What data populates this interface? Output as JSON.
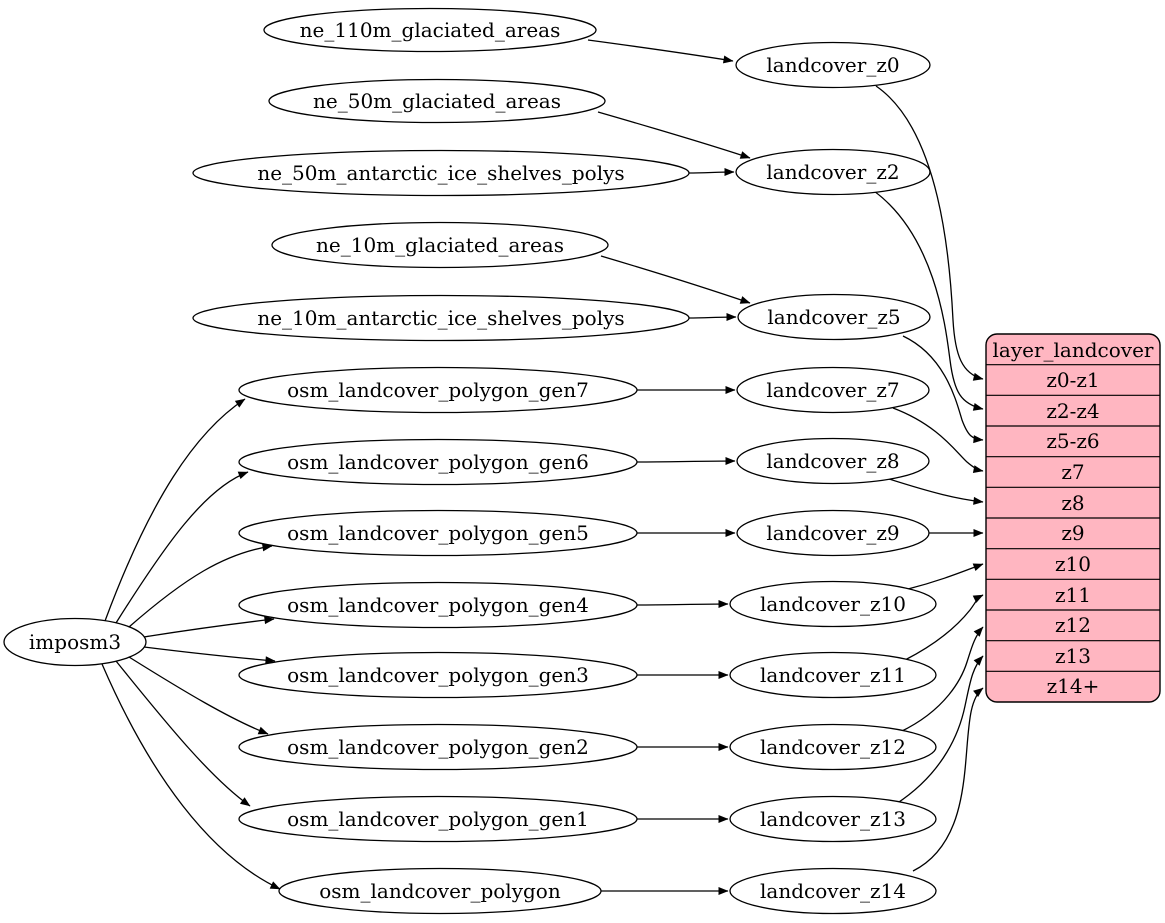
{
  "colors": {
    "record_fill": "#ffb6c1",
    "node_fill": "#ffffff",
    "stroke": "#000000",
    "background": "#ffffff"
  },
  "nodes": {
    "imposm3": "imposm3",
    "ne_110m_glaciated_areas": "ne_110m_glaciated_areas",
    "ne_50m_glaciated_areas": "ne_50m_glaciated_areas",
    "ne_50m_antarctic_ice_shelves_polys": "ne_50m_antarctic_ice_shelves_polys",
    "ne_10m_glaciated_areas": "ne_10m_glaciated_areas",
    "ne_10m_antarctic_ice_shelves_polys": "ne_10m_antarctic_ice_shelves_polys",
    "osm_landcover_polygon_gen7": "osm_landcover_polygon_gen7",
    "osm_landcover_polygon_gen6": "osm_landcover_polygon_gen6",
    "osm_landcover_polygon_gen5": "osm_landcover_polygon_gen5",
    "osm_landcover_polygon_gen4": "osm_landcover_polygon_gen4",
    "osm_landcover_polygon_gen3": "osm_landcover_polygon_gen3",
    "osm_landcover_polygon_gen2": "osm_landcover_polygon_gen2",
    "osm_landcover_polygon_gen1": "osm_landcover_polygon_gen1",
    "osm_landcover_polygon": "osm_landcover_polygon",
    "landcover_z0": "landcover_z0",
    "landcover_z2": "landcover_z2",
    "landcover_z5": "landcover_z5",
    "landcover_z7": "landcover_z7",
    "landcover_z8": "landcover_z8",
    "landcover_z9": "landcover_z9",
    "landcover_z10": "landcover_z10",
    "landcover_z11": "landcover_z11",
    "landcover_z12": "landcover_z12",
    "landcover_z13": "landcover_z13",
    "landcover_z14": "landcover_z14"
  },
  "record": {
    "title": "layer_landcover",
    "rows": [
      "z0-z1",
      "z2-z4",
      "z5-z6",
      "z7",
      "z8",
      "z9",
      "z10",
      "z11",
      "z12",
      "z13",
      "z14+"
    ]
  },
  "edges": [
    {
      "from": "imposm3",
      "to": "osm_landcover_polygon_gen7"
    },
    {
      "from": "imposm3",
      "to": "osm_landcover_polygon_gen6"
    },
    {
      "from": "imposm3",
      "to": "osm_landcover_polygon_gen5"
    },
    {
      "from": "imposm3",
      "to": "osm_landcover_polygon_gen4"
    },
    {
      "from": "imposm3",
      "to": "osm_landcover_polygon_gen3"
    },
    {
      "from": "imposm3",
      "to": "osm_landcover_polygon_gen2"
    },
    {
      "from": "imposm3",
      "to": "osm_landcover_polygon_gen1"
    },
    {
      "from": "imposm3",
      "to": "osm_landcover_polygon"
    },
    {
      "from": "ne_110m_glaciated_areas",
      "to": "landcover_z0"
    },
    {
      "from": "ne_50m_glaciated_areas",
      "to": "landcover_z2"
    },
    {
      "from": "ne_50m_antarctic_ice_shelves_polys",
      "to": "landcover_z2"
    },
    {
      "from": "ne_10m_glaciated_areas",
      "to": "landcover_z5"
    },
    {
      "from": "ne_10m_antarctic_ice_shelves_polys",
      "to": "landcover_z5"
    },
    {
      "from": "osm_landcover_polygon_gen7",
      "to": "landcover_z7"
    },
    {
      "from": "osm_landcover_polygon_gen6",
      "to": "landcover_z8"
    },
    {
      "from": "osm_landcover_polygon_gen5",
      "to": "landcover_z9"
    },
    {
      "from": "osm_landcover_polygon_gen4",
      "to": "landcover_z10"
    },
    {
      "from": "osm_landcover_polygon_gen3",
      "to": "landcover_z11"
    },
    {
      "from": "osm_landcover_polygon_gen2",
      "to": "landcover_z12"
    },
    {
      "from": "osm_landcover_polygon_gen1",
      "to": "landcover_z13"
    },
    {
      "from": "osm_landcover_polygon",
      "to": "landcover_z14"
    },
    {
      "from": "landcover_z0",
      "to": "layer_landcover:z0-z1"
    },
    {
      "from": "landcover_z2",
      "to": "layer_landcover:z2-z4"
    },
    {
      "from": "landcover_z5",
      "to": "layer_landcover:z5-z6"
    },
    {
      "from": "landcover_z7",
      "to": "layer_landcover:z7"
    },
    {
      "from": "landcover_z8",
      "to": "layer_landcover:z8"
    },
    {
      "from": "landcover_z9",
      "to": "layer_landcover:z9"
    },
    {
      "from": "landcover_z10",
      "to": "layer_landcover:z10"
    },
    {
      "from": "landcover_z11",
      "to": "layer_landcover:z11"
    },
    {
      "from": "landcover_z12",
      "to": "layer_landcover:z12"
    },
    {
      "from": "landcover_z13",
      "to": "layer_landcover:z13"
    },
    {
      "from": "landcover_z14",
      "to": "layer_landcover:z14+"
    }
  ]
}
